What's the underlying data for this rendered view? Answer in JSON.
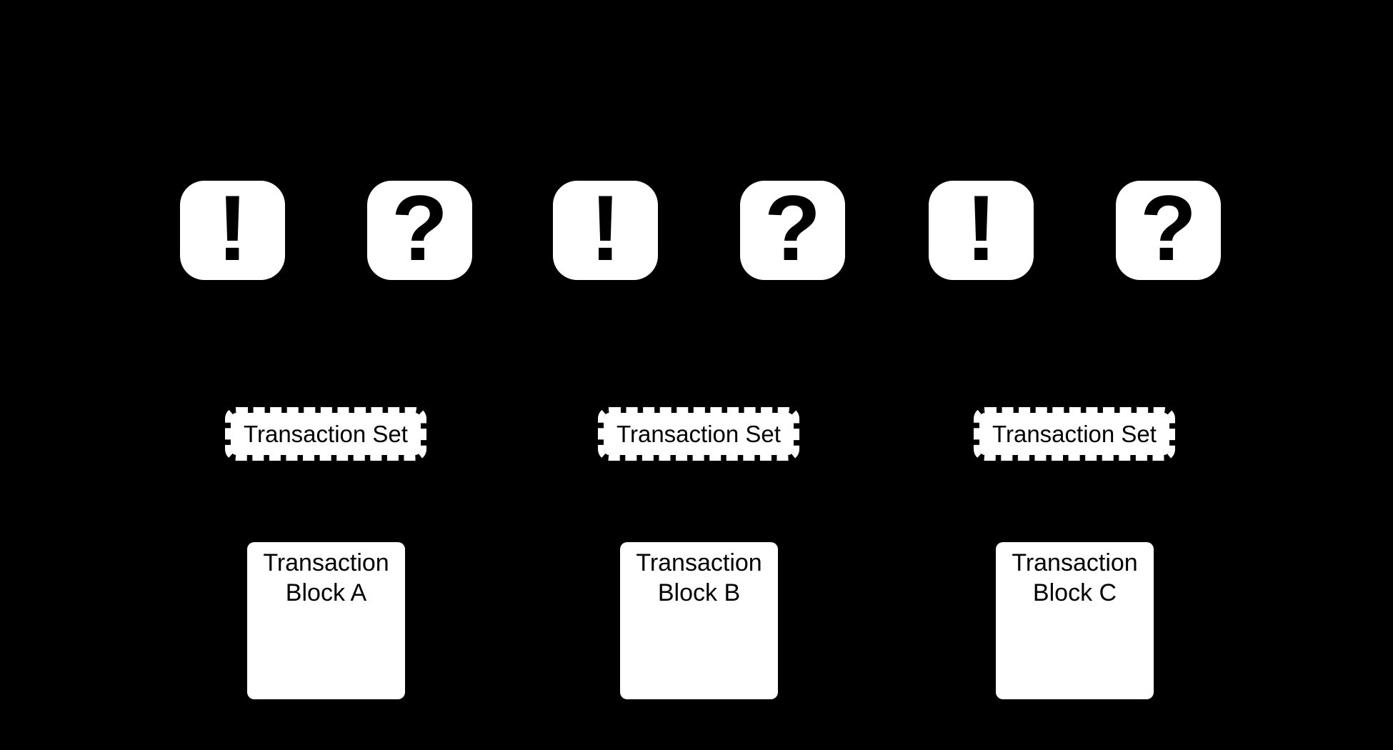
{
  "canvas": {
    "background_color": "#000000",
    "shape_fill_color": "#ffffff",
    "text_color": "#000000"
  },
  "columns": [
    {
      "icons": [
        "!",
        "?"
      ],
      "set_label": "Transaction Set",
      "block_line1": "Transaction",
      "block_line2": "Block A"
    },
    {
      "icons": [
        "!",
        "?"
      ],
      "set_label": "Transaction Set",
      "block_line1": "Transaction",
      "block_line2": "Block B"
    },
    {
      "icons": [
        "!",
        "?"
      ],
      "set_label": "Transaction Set",
      "block_line1": "Transaction",
      "block_line2": "Block C"
    }
  ]
}
